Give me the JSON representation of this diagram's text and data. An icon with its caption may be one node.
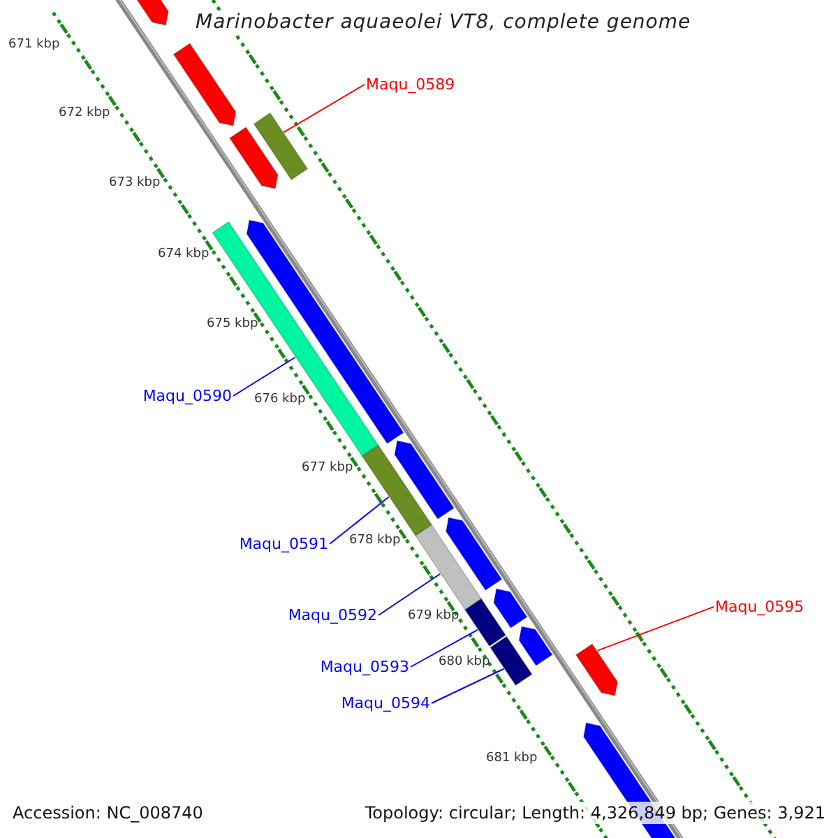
{
  "diagram": {
    "title": "Marinobacter aquaeolei VT8, complete genome",
    "nodes": [
      {
        "text": [
          "Maqu_0589"
        ]
      },
      {
        "text": [
          "Maqu_0590"
        ]
      },
      {
        "text": [
          "Maqu_0591"
        ]
      },
      {
        "text": [
          "Maqu_0592"
        ]
      },
      {
        "text": [
          "Maqu_0593"
        ]
      },
      {
        "text": [
          "Maqu_0594"
        ]
      },
      {
        "text": [
          "Maqu_0595"
        ]
      },
      {
        "text": [],
        "shape": "bar"
      },
      {
        "text": [],
        "shape": "bar"
      },
      {
        "text": [],
        "shape": "bar"
      },
      {
        "text": [],
        "shape": "bar"
      },
      {
        "text": [],
        "shape": "bar"
      },
      {
        "text": [],
        "shape": "bar"
      },
      {
        "text": [],
        "shape": "bar"
      }
    ],
    "edges": [
      {
        "from": 0,
        "to": 7,
        "arrow": "none",
        "color": "#ff0000"
      },
      {
        "from": 1,
        "to": 8,
        "arrow": "none"
      },
      {
        "from": 2,
        "to": 9,
        "arrow": "none"
      },
      {
        "from": 3,
        "to": 10,
        "arrow": "none"
      },
      {
        "from": 4,
        "to": 11,
        "arrow": "none"
      },
      {
        "from": 5,
        "to": 12,
        "arrow": "none"
      },
      {
        "from": 6,
        "to": 13,
        "arrow": "none",
        "color": "#ff0000"
      }
    ],
    "labels": [
      "671 kbp",
      "672 kbp",
      "673 kbp",
      "674 kbp",
      "675 kbp",
      "676 kbp",
      "677 kbp",
      "678 kbp",
      "679 kbp",
      "680 kbp",
      "681 kbp",
      "Accession: NC_008740",
      "Topology: circular; Length: 4,326,849 bp; Genes: 3,921"
    ]
  }
}
